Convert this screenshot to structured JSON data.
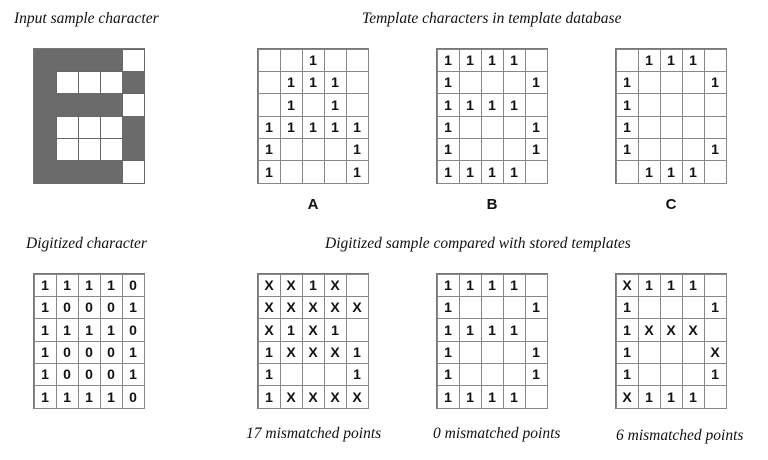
{
  "captions": {
    "input_sample": "Input sample character",
    "templates": "Template characters in template database",
    "digitized": "Digitized character",
    "comparison": "Digitized sample compared with stored templates"
  },
  "input_sample": {
    "rows": [
      [
        1,
        1,
        1,
        1,
        0
      ],
      [
        1,
        0,
        0,
        0,
        1
      ],
      [
        1,
        1,
        1,
        1,
        0
      ],
      [
        1,
        0,
        0,
        0,
        1
      ],
      [
        1,
        0,
        0,
        0,
        1
      ],
      [
        1,
        1,
        1,
        1,
        0
      ]
    ],
    "fill_color": "#6b6b6b"
  },
  "templates": [
    {
      "label": "A",
      "rows": [
        [
          "",
          "",
          "1",
          "",
          ""
        ],
        [
          "",
          "1",
          "1",
          "1",
          ""
        ],
        [
          "",
          "1",
          "",
          "1",
          ""
        ],
        [
          "1",
          "1",
          "1",
          "1",
          "1"
        ],
        [
          "1",
          "",
          "",
          "",
          "1"
        ],
        [
          "1",
          "",
          "",
          "",
          "1"
        ]
      ]
    },
    {
      "label": "B",
      "rows": [
        [
          "1",
          "1",
          "1",
          "1",
          ""
        ],
        [
          "1",
          "",
          "",
          "",
          "1"
        ],
        [
          "1",
          "1",
          "1",
          "1",
          ""
        ],
        [
          "1",
          "",
          "",
          "",
          "1"
        ],
        [
          "1",
          "",
          "",
          "",
          "1"
        ],
        [
          "1",
          "1",
          "1",
          "1",
          ""
        ]
      ]
    },
    {
      "label": "C",
      "rows": [
        [
          "",
          "1",
          "1",
          "1",
          ""
        ],
        [
          "1",
          "",
          "",
          "",
          "1"
        ],
        [
          "1",
          "",
          "",
          "",
          ""
        ],
        [
          "1",
          "",
          "",
          "",
          ""
        ],
        [
          "1",
          "",
          "",
          "",
          "1"
        ],
        [
          "",
          "1",
          "1",
          "1",
          ""
        ]
      ]
    }
  ],
  "digitized": {
    "rows": [
      [
        "1",
        "1",
        "1",
        "1",
        "0"
      ],
      [
        "1",
        "0",
        "0",
        "0",
        "1"
      ],
      [
        "1",
        "1",
        "1",
        "1",
        "0"
      ],
      [
        "1",
        "0",
        "0",
        "0",
        "1"
      ],
      [
        "1",
        "0",
        "0",
        "0",
        "1"
      ],
      [
        "1",
        "1",
        "1",
        "1",
        "0"
      ]
    ]
  },
  "comparisons": [
    {
      "template": "A",
      "result": "17 mismatched points",
      "rows": [
        [
          "X",
          "X",
          "1",
          "X",
          ""
        ],
        [
          "X",
          "X",
          "X",
          "X",
          "X"
        ],
        [
          "X",
          "1",
          "X",
          "1",
          ""
        ],
        [
          "1",
          "X",
          "X",
          "X",
          "1"
        ],
        [
          "1",
          "",
          "",
          "",
          "1"
        ],
        [
          "1",
          "X",
          "X",
          "X",
          "X"
        ]
      ]
    },
    {
      "template": "B",
      "result": "0 mismatched points",
      "rows": [
        [
          "1",
          "1",
          "1",
          "1",
          ""
        ],
        [
          "1",
          "",
          "",
          "",
          "1"
        ],
        [
          "1",
          "1",
          "1",
          "1",
          ""
        ],
        [
          "1",
          "",
          "",
          "",
          "1"
        ],
        [
          "1",
          "",
          "",
          "",
          "1"
        ],
        [
          "1",
          "1",
          "1",
          "1",
          ""
        ]
      ]
    },
    {
      "template": "C",
      "result": "6 mismatched points",
      "rows": [
        [
          "X",
          "1",
          "1",
          "1",
          ""
        ],
        [
          "1",
          "",
          "",
          "",
          "1"
        ],
        [
          "1",
          "X",
          "X",
          "X",
          ""
        ],
        [
          "1",
          "",
          "",
          "",
          "X"
        ],
        [
          "1",
          "",
          "",
          "",
          "1"
        ],
        [
          "X",
          "1",
          "1",
          "1",
          ""
        ]
      ]
    }
  ]
}
